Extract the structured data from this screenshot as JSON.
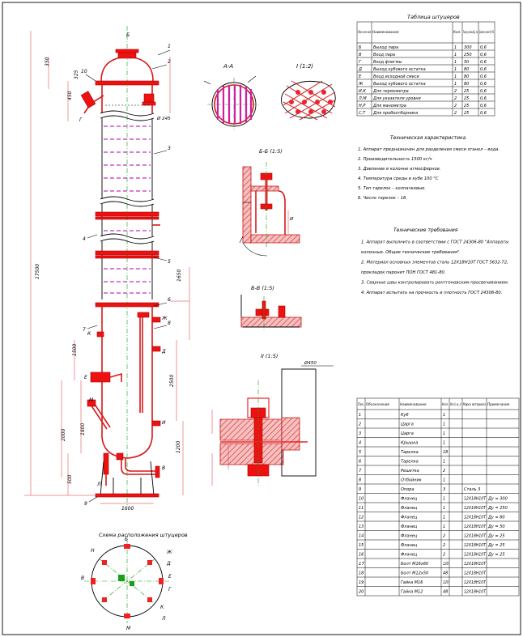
{
  "nozzle_table": {
    "title": "Таблица штуцеров",
    "headers": [
      "Обоз-наче-ние",
      "Наименование",
      "Кол.",
      "Проход условный Ду, мм",
      "Давление условное Ру, МПа"
    ],
    "rows": [
      [
        "Б",
        "Выход пара",
        "1",
        "300",
        "0,6"
      ],
      [
        "В",
        "Вход пара",
        "1",
        "250",
        "0,6"
      ],
      [
        "Г",
        "Вход флегмы",
        "1",
        "50",
        "0,6"
      ],
      [
        "Д",
        "Выход кубового остатка",
        "1",
        "80",
        "0,6"
      ],
      [
        "Е",
        "Вход исходной смеси",
        "1",
        "80",
        "0,6"
      ],
      [
        "Ж",
        "Выход кубового остатка",
        "1",
        "80",
        "0,6"
      ],
      [
        "И,К",
        "Для термометра",
        "2",
        "25",
        "0,6"
      ],
      [
        "Л,М",
        "Для указателя уровня",
        "2",
        "25",
        "0,6"
      ],
      [
        "Н,Р",
        "Для манометра",
        "2",
        "25",
        "0,6"
      ],
      [
        "С,Т",
        "Для пробоотборника",
        "2",
        "25",
        "0,6"
      ]
    ]
  },
  "tech_spec": {
    "title": "Техническая характеристика",
    "items": [
      "1. Аппарат предназначен для разделения смеси этанол – вода.",
      "2. Производительность 1500 кг/ч",
      "3. Давление в колонне атмосферное.",
      "4. Температура среды в кубе 100 °С",
      "5. Тип тарелок – колпачковые.",
      "6. Число тарелок – 18."
    ]
  },
  "tech_req": {
    "title": "Технические требования",
    "items": [
      "1. Аппарат выполнить в соответствии с ГОСТ 24306-80 \"Аппараты колонные. Общие технические требования\".",
      "2. Материал основных элементов сталь 12Х18Н10Т ГОСТ 5632-72, прокладок паронит ПОН ГОСТ 481-80.",
      "3. Сварные швы контролировать рентгеновским просвечиванием.",
      "4. Аппарат испытать на прочность и плотность ГОСТ 24306-80."
    ]
  },
  "parts_table": {
    "headers": [
      "Поз.",
      "Обозначение",
      "Наименование",
      "Кол.",
      "Масса 1 ед., кг",
      "Марка материала",
      "Примечание"
    ],
    "rows": [
      [
        "1",
        "",
        "Куб",
        "1",
        "",
        "",
        ""
      ],
      [
        "2",
        "",
        "Царга",
        "1",
        "",
        "",
        ""
      ],
      [
        "3",
        "",
        "Царга",
        "1",
        "",
        "",
        ""
      ],
      [
        "4",
        "",
        "Крышка",
        "1",
        "",
        "",
        ""
      ],
      [
        "5",
        "",
        "Тарелка",
        "18",
        "",
        "",
        ""
      ],
      [
        "6",
        "",
        "Тарелка",
        "1",
        "",
        "",
        ""
      ],
      [
        "7",
        "",
        "Решетка",
        "2",
        "",
        "",
        ""
      ],
      [
        "8",
        "",
        "Отбойник",
        "1",
        "",
        "",
        ""
      ],
      [
        "9",
        "",
        "Опора",
        "3",
        "",
        "Сталь 3",
        ""
      ],
      [
        "10",
        "",
        "Фланец",
        "1",
        "",
        "12Х18Н10Т",
        "Ду = 300"
      ],
      [
        "11",
        "",
        "Фланец",
        "1",
        "",
        "12Х18Н10Т",
        "Ду = 250"
      ],
      [
        "12",
        "",
        "Фланец",
        "1",
        "",
        "12Х18Н10Т",
        "Ду = 80"
      ],
      [
        "13",
        "",
        "Фланец",
        "1",
        "",
        "12Х18Н10Т",
        "Ду = 50"
      ],
      [
        "14",
        "",
        "Фланец",
        "2",
        "",
        "12Х18Н10Т",
        "Ду = 25"
      ],
      [
        "15",
        "",
        "Фланец",
        "2",
        "",
        "12Х18Н10Т",
        "Ду = 25"
      ],
      [
        "16",
        "",
        "Фланец",
        "2",
        "",
        "12Х18Н10Т",
        "Ду = 25"
      ],
      [
        "17",
        "",
        "Болт М16х60",
        "120",
        "",
        "12Х18Н10Т",
        ""
      ],
      [
        "18",
        "",
        "Болт М12х50",
        "48",
        "",
        "12Х18Н10Т",
        ""
      ],
      [
        "19",
        "",
        "Гайка М16",
        "120",
        "",
        "12Х18Н10Т",
        ""
      ],
      [
        "20",
        "",
        "Гайка М12",
        "48",
        "",
        "12Х18Н10Т",
        ""
      ]
    ]
  },
  "views": {
    "section_aa": "А-А",
    "section_bb": "Б-Б (1:5)",
    "section_vv": "В-В (1:5)",
    "section_i": "II (1:5)",
    "view_i": "I (1:2)",
    "nozzle_layout": "Схема расположения штуцеров"
  },
  "column_labels": {
    "dims": [
      "350",
      "325",
      "450",
      "17500",
      "1500",
      "2000",
      "1800",
      "2500",
      "500",
      "1650",
      "1200"
    ],
    "diameter": "1600",
    "flange_ref": "Ø 245",
    "nozzles": [
      "Б",
      "Г",
      "Е",
      "Ж",
      "Д",
      "В",
      "И",
      "К",
      "Л",
      "М"
    ],
    "positions": [
      "1",
      "2",
      "3",
      "4",
      "5",
      "6",
      "7",
      "8",
      "9",
      "10"
    ]
  },
  "layout_labels": [
    "Н",
    "Б",
    "Ж",
    "Д",
    "Е",
    "Г",
    "К",
    "Л",
    "М",
    "В"
  ]
}
